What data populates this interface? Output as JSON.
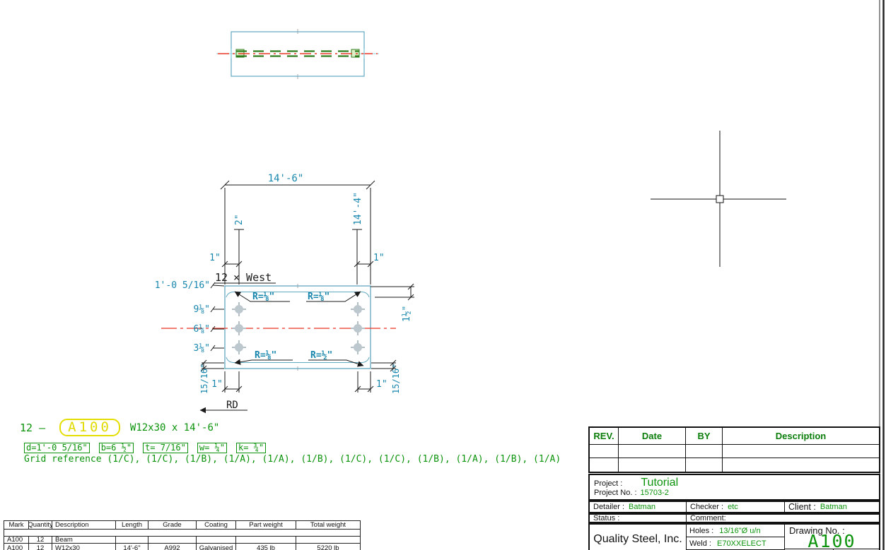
{
  "colors": {
    "annotation_green": "#0b930b",
    "dimension_teal": "#1786ad",
    "line_teal": "#61a8c1",
    "centerline_red": "#e73525",
    "mark_yellow": "#e4de00",
    "bolt_gray": "#b3bfc7"
  },
  "drawing": {
    "dim_overall": "14'-6\"",
    "dim_field_start": "2\"",
    "dim_field_end": "14'-4\"",
    "dim_edge": "1\"",
    "dim_first_row": "1'-0 5/16\"",
    "row_dims": [
      "9⅛\"",
      "6⅛\"",
      "3⅛\""
    ],
    "dim_gage": "1½\"",
    "dim_flange": "15/16\"",
    "radii": [
      "R=⅛\"",
      "R=⅛\"",
      "R=⅛\"",
      "R=½\""
    ],
    "view_number": "12",
    "view_direction": "× West",
    "rd_label": "RD"
  },
  "part_label": {
    "count_prefix": "12 –",
    "mark": "A100",
    "description": "W12x30 x 14'-6\"",
    "properties": [
      "d=1'-0 5/16\"",
      "b=6 ½\"",
      "t= 7/16\"",
      "w= ¼\"",
      "k= ¾\""
    ],
    "grid_reference": "Grid reference (1/C), (1/C), (1/B), (1/A), (1/A), (1/B), (1/C), (1/C), (1/B), (1/A), (1/B), (1/A)"
  },
  "parts_table": {
    "headers": [
      "Mark",
      "Quantity",
      "Description",
      "Length",
      "Grade",
      "Coating",
      "Part weight",
      "Total weight"
    ],
    "rows": [
      [
        "A100",
        "12",
        "Beam",
        "",
        "",
        "",
        "",
        ""
      ],
      [
        "A100",
        "12",
        "W12x30",
        "14'-6\"",
        "A992",
        "Galvanised",
        "435 lb",
        "5220 lb"
      ]
    ]
  },
  "title_block": {
    "rev_headers": {
      "rev": "REV.",
      "date": "Date",
      "by": "BY",
      "description": "Description"
    },
    "project_label": "Project :",
    "project_value": "Tutorial",
    "project_no_label": "Project No. :",
    "project_no_value": "15703-2",
    "detailer_label": "Detailer :",
    "detailer_value": "Batman",
    "checker_label": "Checker :",
    "checker_value": "etc",
    "client_label": "Client :",
    "client_value": "Batman",
    "status_label": "Status :",
    "comment_label": "Comment:",
    "holes_label": "Holes :",
    "holes_value": "13/16\"Ø u/n",
    "weld_label": "Weld :",
    "weld_value": "E70XXELECT",
    "drawing_no_label": "Drawing No. :",
    "drawing_no_value": "A100",
    "company": "Quality Steel, Inc."
  }
}
